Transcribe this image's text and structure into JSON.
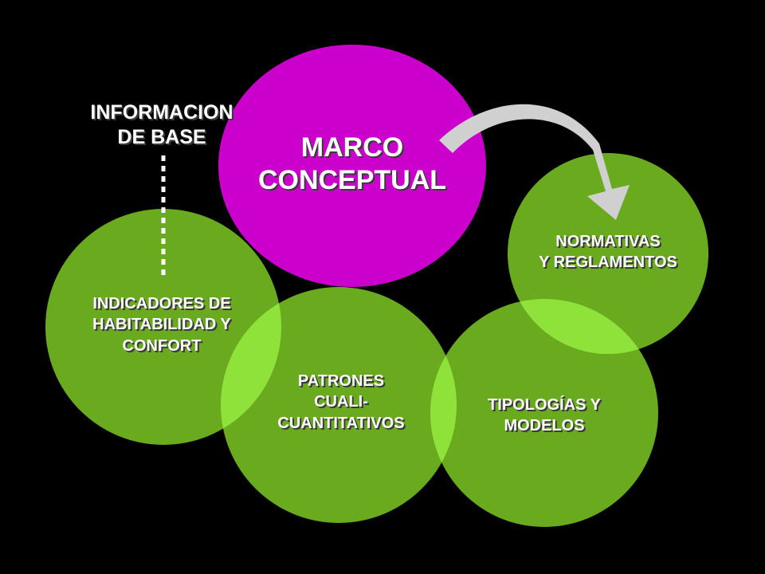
{
  "colors": {
    "background": "#000000",
    "green": "#6aaa1f",
    "magenta": "#cc00cc",
    "overlap_green": "#8ee23a",
    "arrow": "#d0d0d0",
    "dots": "#ffffff"
  },
  "nodes": {
    "marco": {
      "line1": "MARCO",
      "line2": "CONCEPTUAL"
    },
    "info": {
      "line1": "INFORMACION",
      "line2": "DE BASE"
    },
    "normativas": {
      "line1": "NORMATIVAS",
      "line2": "Y REGLAMENTOS"
    },
    "indicadores": {
      "line1": "INDICADORES DE",
      "line2": "HABITABILIDAD Y",
      "line3": "CONFORT"
    },
    "patrones": {
      "line1": "PATRONES",
      "line2": "CUALI-",
      "line3": "CUANTITATIVOS"
    },
    "tipologias": {
      "line1": "TIPOLOGÍAS Y",
      "line2": "MODELOS"
    }
  }
}
